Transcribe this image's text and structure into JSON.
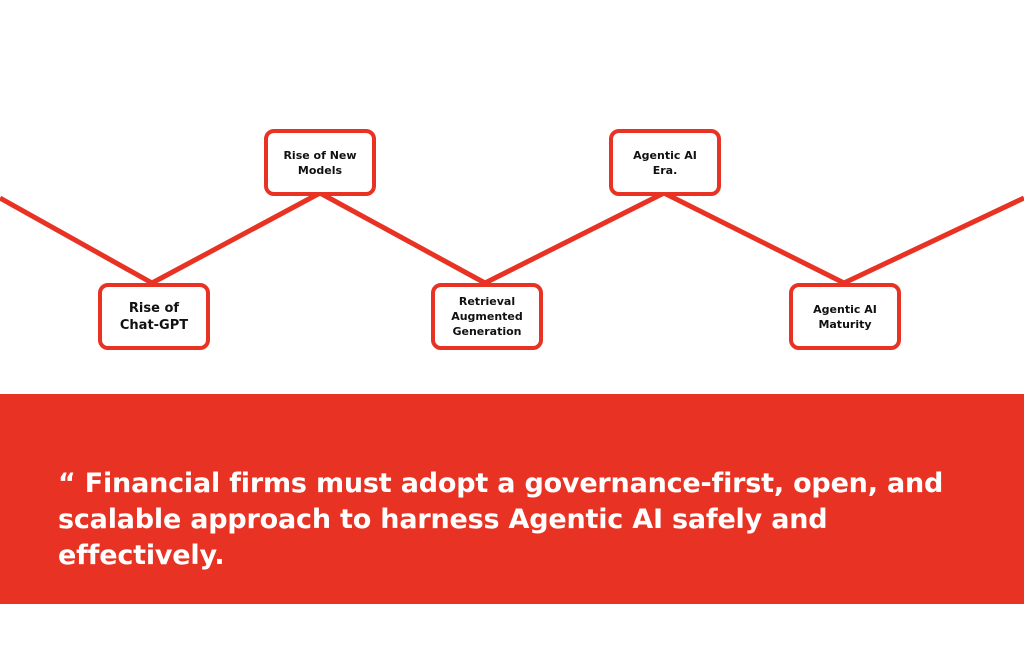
{
  "colors": {
    "accent": "#e83324",
    "text": "#111111",
    "background": "#ffffff"
  },
  "timeline": {
    "nodes": [
      {
        "lines": [
          "Rise of",
          "Chat-GPT"
        ],
        "level": "low"
      },
      {
        "lines": [
          "Rise of New",
          "Models"
        ],
        "level": "high"
      },
      {
        "lines": [
          "Retrieval",
          "Augmented",
          "Generation"
        ],
        "level": "low"
      },
      {
        "lines": [
          "Agentic AI",
          "Era."
        ],
        "level": "high"
      },
      {
        "lines": [
          "Agentic AI",
          "Maturity"
        ],
        "level": "low"
      }
    ]
  },
  "quote": {
    "text": "“ Financial firms must adopt a governance-first, open, and scalable approach to harness Agentic AI safely and effectively."
  }
}
